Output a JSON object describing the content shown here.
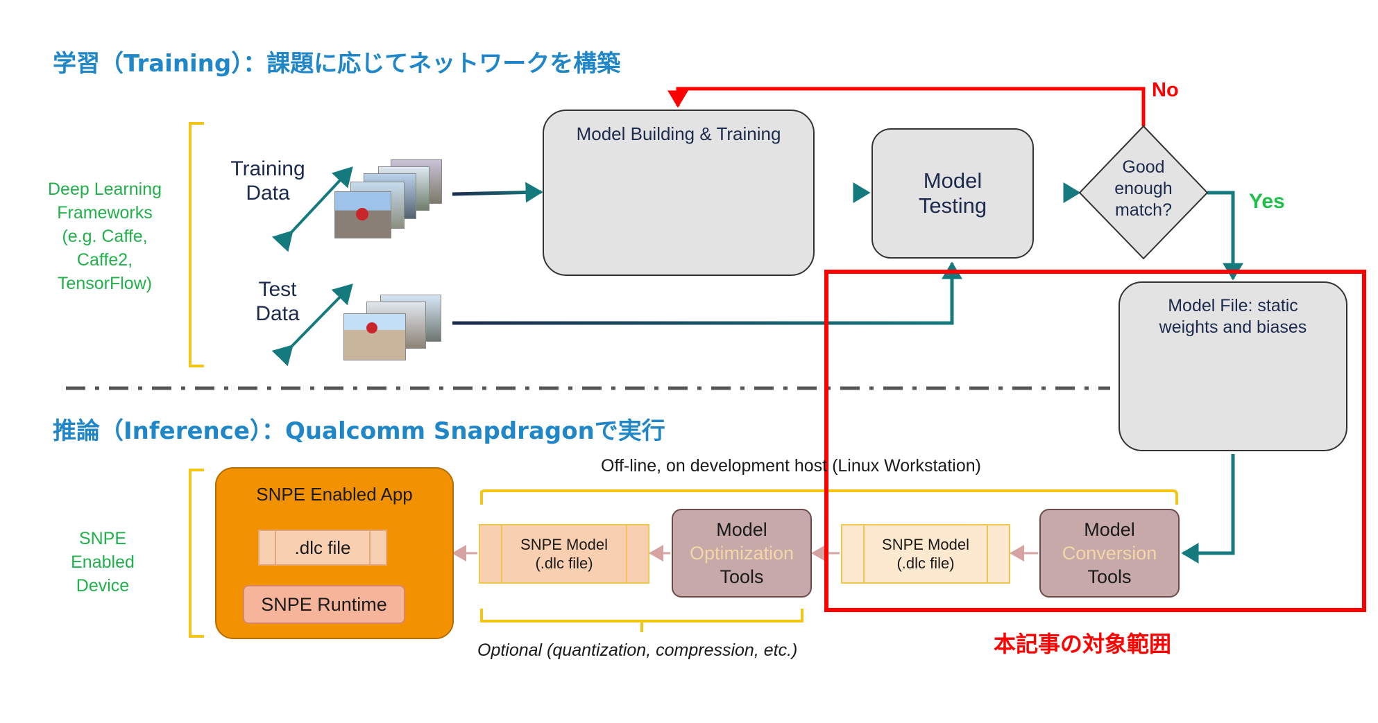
{
  "training_heading": "学習（Training）：課題に応じてネットワークを構築",
  "inference_heading": "推論（Inference）：Qualcomm Snapdragonで実行",
  "frameworks_label": [
    "Deep Learning",
    "Frameworks",
    "(e.g. Caffe,",
    "Caffe2,",
    "TensorFlow)"
  ],
  "training_data_label": [
    "Training",
    "Data"
  ],
  "test_data_label": [
    "Test",
    "Data"
  ],
  "model_building": "Model Building  & Training",
  "model_testing": [
    "Model",
    "Testing"
  ],
  "decision": [
    "Good",
    "enough",
    "match?"
  ],
  "no_label": "No",
  "yes_label": "Yes",
  "model_file": [
    "Model File: static",
    "weights and biases"
  ],
  "offline_label": "Off-line, on development host (Linux Workstation)",
  "snpe_device_label": [
    "SNPE",
    "Enabled",
    "Device"
  ],
  "snpe_app": "SNPE Enabled App",
  "app_dlc": ".dlc file",
  "snpe_runtime": "SNPE Runtime",
  "snpe_model_1": [
    "SNPE Model",
    "(.dlc file)"
  ],
  "optimization_tools": [
    "Model",
    "Optimization",
    "Tools"
  ],
  "snpe_model_2": [
    "SNPE Model",
    "(.dlc file)"
  ],
  "conversion_tools": [
    "Model",
    "Conversion",
    "Tools"
  ],
  "optional_label": "Optional (quantization, compression, etc.)",
  "scope_label": "本記事の対象範囲",
  "colors": {
    "heading": "#1f86c8",
    "green": "#21b14b",
    "red": "#ff0000",
    "teal_arrow": "#157a7d",
    "orange_app": "#f39200",
    "peach": "#f8cfb0",
    "mauve": "#c7a9a9",
    "yellow_bracket": "#f5c516"
  },
  "icons": [
    "neural-network-icon",
    "image-stack-icon",
    "double-arrow-icon"
  ]
}
